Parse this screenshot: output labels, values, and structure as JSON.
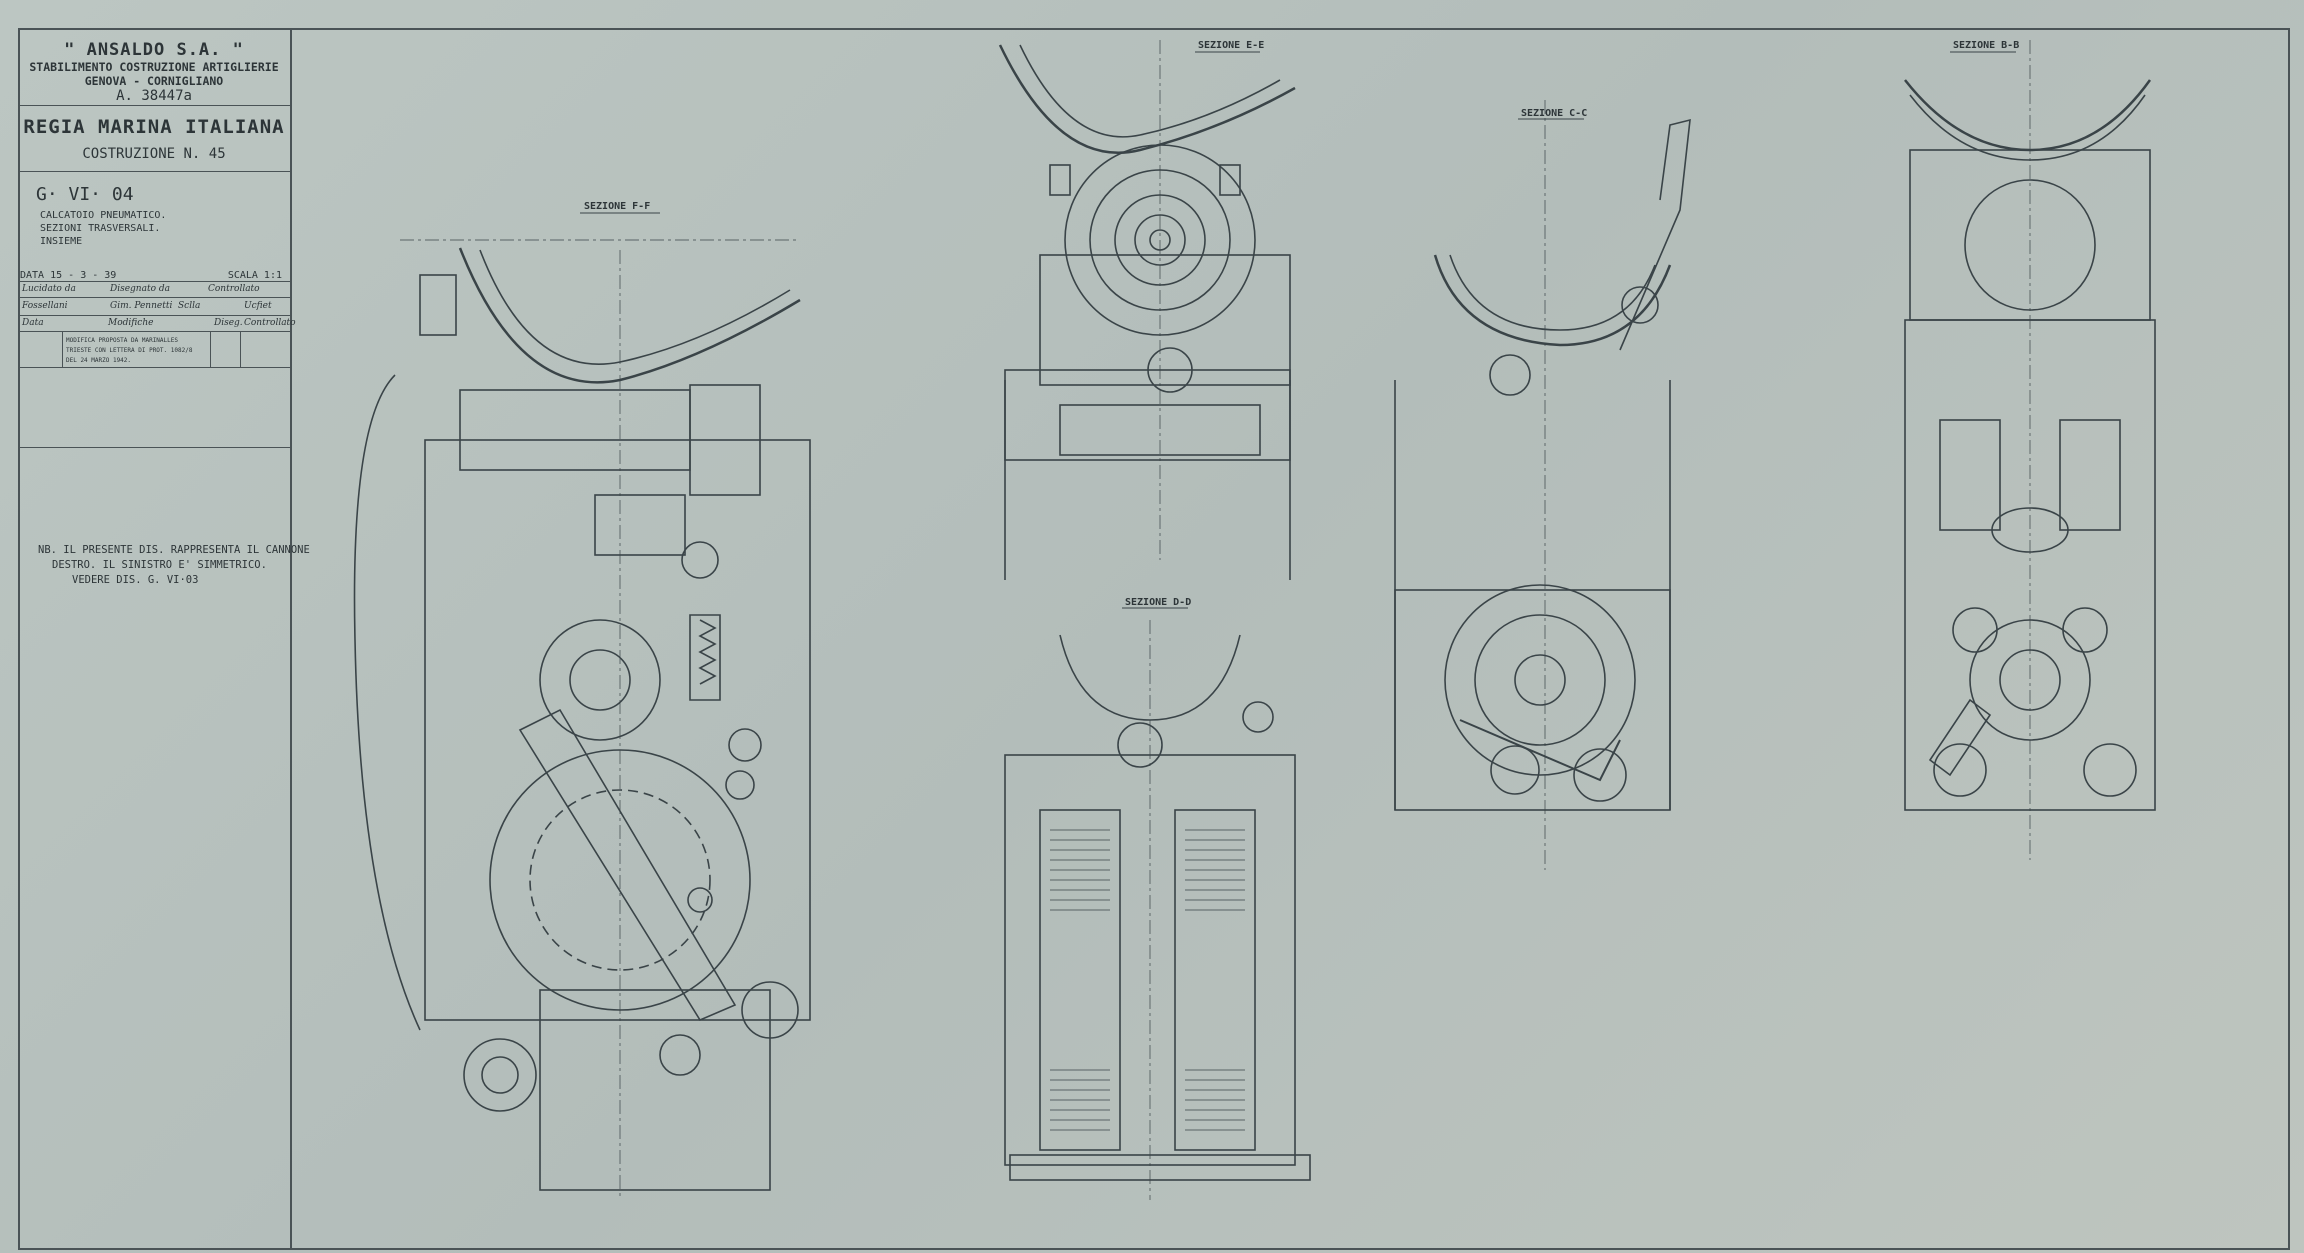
{
  "title_block": {
    "company": "\" ANSALDO S.A. \"",
    "plant": "STABILIMENTO COSTRUZIONE ARTIGLIERIE",
    "location": "GENOVA - CORNIGLIANO",
    "archive_number": "A. 38447a",
    "client": "REGIA MARINA ITALIANA",
    "construction": "COSTRUZIONE N. 45",
    "drawing_code": "G· VI· 04",
    "description": [
      "CALCATOIO PNEUMATICO.",
      "SEZIONI TRASVERSALI.",
      "INSIEME"
    ],
    "date": "DATA 15 - 3 - 39",
    "scale": "SCALA 1:1",
    "headers": {
      "traced": "Lucidato da",
      "drawn": "Disegnato da",
      "checked": "Controllato"
    },
    "signatures": {
      "traced": "Fossellani",
      "drawn": "Gim. Pennetti",
      "checked_1": "Sclla",
      "checked_2": "Ucfiet"
    },
    "modifications_headers": {
      "date": "Data",
      "mods": "Modifiche",
      "drawn": "Diseg.",
      "checked": "Controllato"
    },
    "modification": "MODIFICA PROPOSTA DA MARINALLES TRIESTE CON LETTERA DI PROT. 1082/8 DEL 24 MARZO 1942."
  },
  "note": [
    "NB. IL PRESENTE DIS. RAPPRESENTA IL CANNONE",
    "DESTRO. IL SINISTRO E' SIMMETRICO.",
    "VEDERE DIS. G. VI·03"
  ],
  "sections": {
    "ff": "SEZIONE F-F",
    "ee": "SEZIONE E-E",
    "dd": "SEZIONE D-D",
    "cc": "SEZIONE C-C",
    "bb": "SEZIONE B-B"
  },
  "colors": {
    "paper": "#b6c0bd",
    "ink": "#2d3538"
  }
}
